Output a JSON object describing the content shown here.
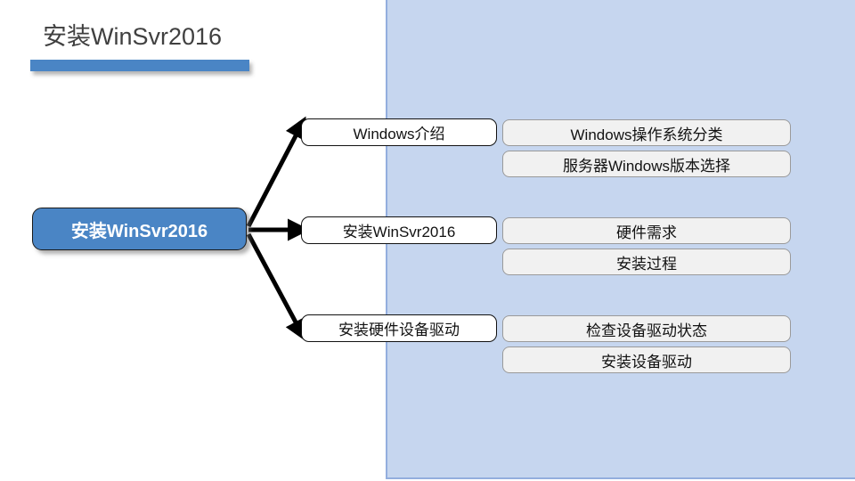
{
  "slide": {
    "title": "安装WinSvr2016",
    "accent_color": "#4a85c5",
    "panel_color": "#c6d6ef",
    "title_color": "#404040"
  },
  "diagram": {
    "root": {
      "label": "安装WinSvr2016"
    },
    "branches": [
      {
        "label": "Windows介绍",
        "leaves": [
          {
            "label": "Windows操作系统分类"
          },
          {
            "label": "服务器Windows版本选择"
          }
        ]
      },
      {
        "label": "安装WinSvr2016",
        "leaves": [
          {
            "label": "硬件需求"
          },
          {
            "label": "安装过程"
          }
        ]
      },
      {
        "label": "安装硬件设备驱动",
        "leaves": [
          {
            "label": "检查设备驱动状态"
          },
          {
            "label": "安装设备驱动"
          }
        ]
      }
    ]
  }
}
